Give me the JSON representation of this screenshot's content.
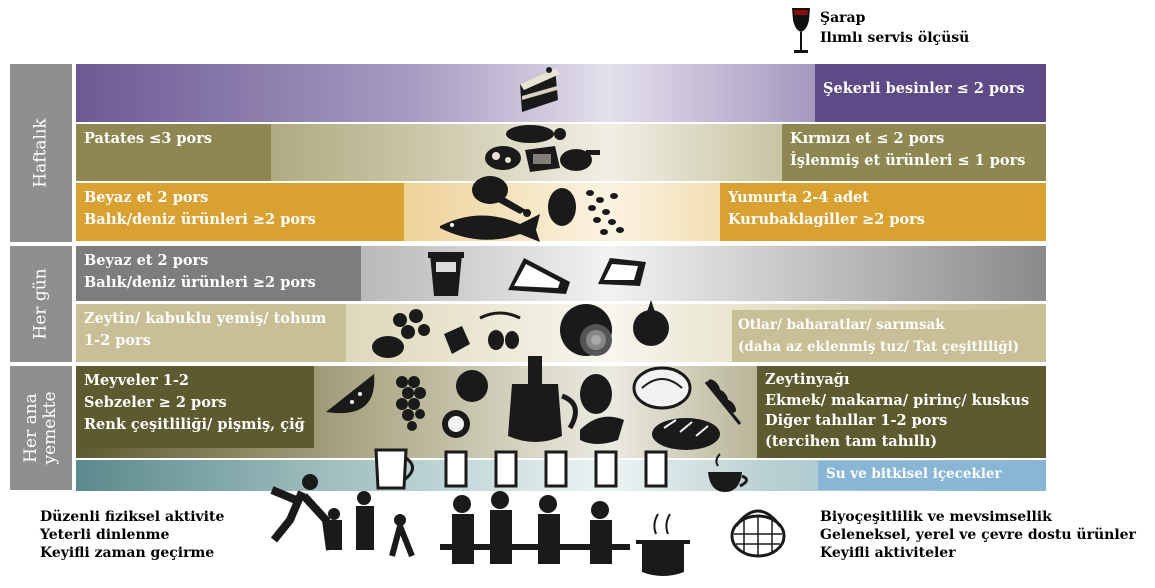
{
  "wine": {
    "line1": "Şarap",
    "line2": "Ilımlı servis ölçüsü"
  },
  "side_labels": {
    "weekly": "Haftalık",
    "daily": "Her gün",
    "every_meal": [
      "Her ana",
      "yemekte"
    ]
  },
  "tiers": {
    "sweets": {
      "right": [
        "Şekerli besinler ≤ 2 pors"
      ]
    },
    "potatoes_meat": {
      "left": [
        "Patates ≤3 pors"
      ],
      "right": [
        "Kırmızı et ≤ 2 pors",
        "İşlenmiş et ürünleri ≤ 1 pors"
      ]
    },
    "protein": {
      "left": [
        "Beyaz et 2 pors",
        "Balık/deniz ürünleri ≥2 pors"
      ],
      "right": [
        "Yumurta 2-4 adet",
        "Kurubaklagiller ≥2 pors"
      ]
    },
    "dairy": {
      "left": [
        "Beyaz et 2 pors",
        "Balık/deniz ürünleri ≥2 pors"
      ]
    },
    "olives": {
      "left": [
        "Zeytin/ kabuklu yemiş/ tohum",
        "1-2 pors"
      ],
      "right": [
        "Otlar/ baharatlar/ sarımsak",
        "(daha az eklenmiş tuz/ Tat çeşitliliği)"
      ]
    },
    "fruits": {
      "left": [
        "Meyveler 1-2",
        "Sebzeler ≥ 2 pors",
        "Renk çeşitliliği/ pişmiş, çiğ"
      ],
      "right": [
        "Zeytinyağı",
        "Ekmek/ makarna/ pirinç/ kuskus",
        "Diğer tahıllar 1-2 pors",
        "(tercihen tam tahıllı)"
      ]
    },
    "water": {
      "right": [
        "Su ve bitkisel içecekler"
      ]
    }
  },
  "bottom": {
    "left": [
      "Düzenli fiziksel aktivite",
      "Yeterli dinlenme",
      "Keyifli zaman geçirme"
    ],
    "right": [
      "Biyoçeşitlilik ve mevsimsellik",
      "Geleneksel, yerel ve çevre dostu ürünler",
      "Keyifli aktiviteler"
    ]
  },
  "colors": {
    "sweets": "#5e4a86",
    "meat": "#8e8752",
    "protein": "#d9a032",
    "dairy": "#7d7d7d",
    "olives": "#c8bf96",
    "fruits": "#5e5a2f",
    "water": "#8ab6d6",
    "side": "#8f8f8f"
  }
}
